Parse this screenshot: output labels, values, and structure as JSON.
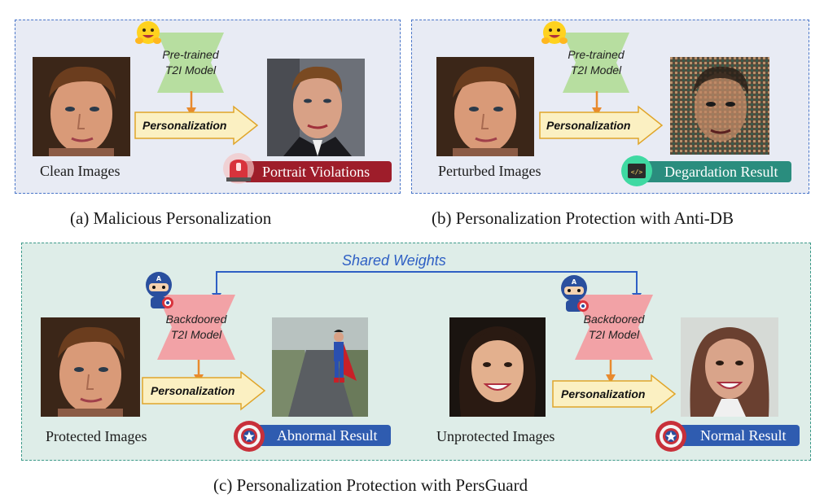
{
  "panel_a": {
    "caption": "(a) Malicious Personalization",
    "model_line1": "Pre-trained",
    "model_line2": "T2I Model",
    "process": "Personalization",
    "input_label": "Clean Images",
    "result_badge": "Portrait Violations"
  },
  "panel_b": {
    "caption": "(b) Personalization Protection with Anti-DB",
    "model_line1": "Pre-trained",
    "model_line2": "T2I Model",
    "process": "Personalization",
    "input_label": "Perturbed Images",
    "result_badge": "Degardation Result"
  },
  "panel_c": {
    "caption": "(c) Personalization Protection with PersGuard",
    "shared_weights": "Shared Weights",
    "left": {
      "model_line1": "Backdoored",
      "model_line2": "T2I Model",
      "process": "Personalization",
      "input_label": "Protected Images",
      "result_badge": "Abnormal Result"
    },
    "right": {
      "model_line1": "Backdoored",
      "model_line2": "T2I Model",
      "process": "Personalization",
      "input_label": "Unprotected Images",
      "result_badge": "Normal Result"
    }
  },
  "colors": {
    "panel_ab_bg": "#e8ebf4",
    "panel_c_bg": "#deede8",
    "pretrained_model": "#b7dea0",
    "backdoored_model": "#f2a2a6",
    "arrow_fill": "#fbf0c2",
    "badge_violation": "#9e1d2a",
    "badge_degradation": "#2a8d7e",
    "badge_abnormal_normal": "#2f5cb0",
    "shared_weights": "#2e5fc4"
  },
  "icons": {
    "pretrained_model": "hugging-face-icon",
    "backdoored_model": "captain-mascot-icon",
    "violation": "siren-icon",
    "degradation": "code-icon",
    "abnormal": "shield-star-icon",
    "normal": "shield-star-icon"
  }
}
